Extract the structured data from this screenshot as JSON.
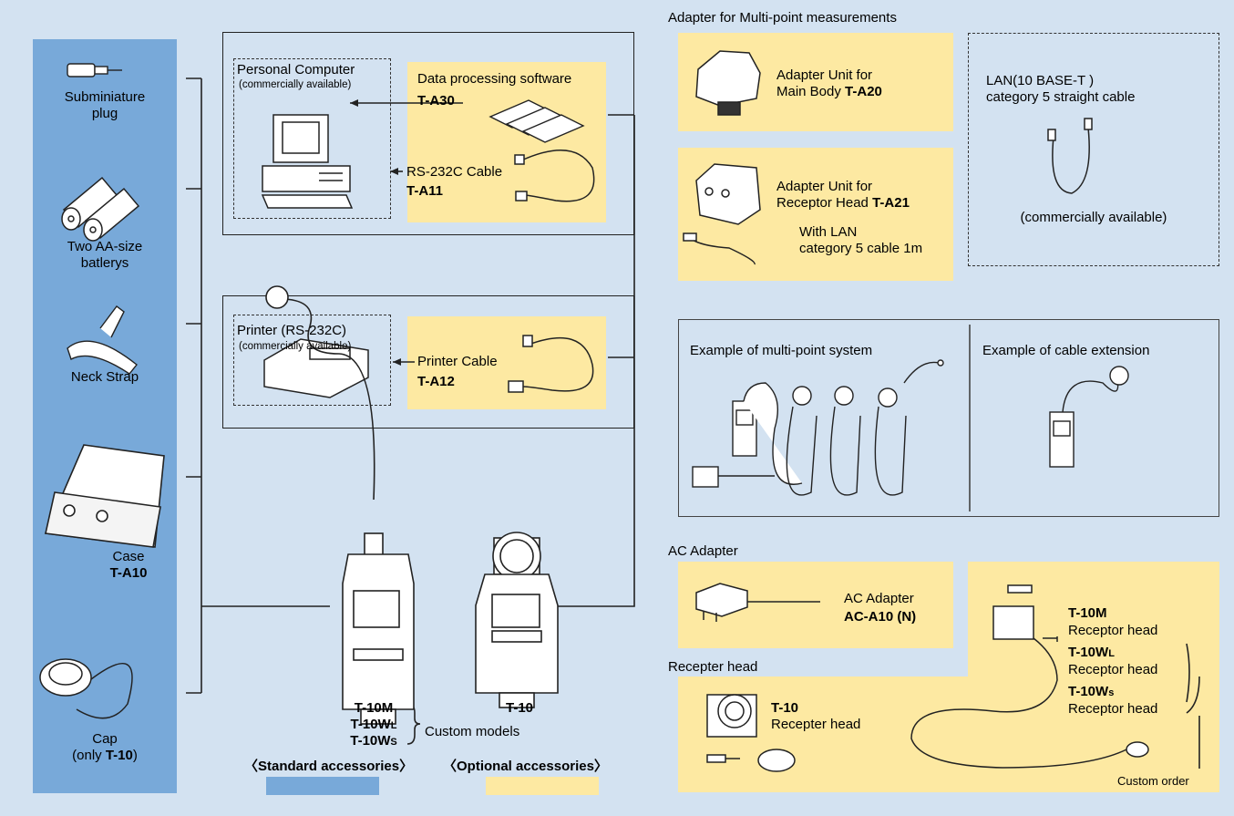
{
  "standard_accessories": {
    "subminiature_plug": [
      "Subminiature",
      "plug"
    ],
    "batteries": [
      "Two AA-size",
      "batlerys"
    ],
    "neck_strap": "Neck Strap",
    "case": {
      "label": "Case",
      "model": "T-A10"
    },
    "cap": {
      "label": "Cap",
      "note_pre": "(only ",
      "note_model": "T-10",
      "note_post": ")"
    }
  },
  "pc_group": {
    "pc_label": "Personal Computer",
    "pc_note": "(commercially available)",
    "software": {
      "label": "Data processing software",
      "model": "T-A30"
    },
    "rs232c": {
      "label": "RS-232C Cable",
      "model": "T-A11"
    }
  },
  "printer_group": {
    "printer_label": "Printer (RS-232C)",
    "printer_note": "(commercially available)",
    "cable": {
      "label": "Printer Cable",
      "model": "T-A12"
    }
  },
  "meters": {
    "custom": {
      "m1": "T-10M",
      "m2_main": "T-10W",
      "m2_sub": "L",
      "m3_main": "T-10W",
      "m3_sub": "S",
      "caption": "Custom models"
    },
    "standard": {
      "model": "T-10"
    }
  },
  "legend": {
    "standard": "Standard accessories",
    "optional": "Optional accessories",
    "standard_color": "#78a9d9",
    "optional_color": "#fde9a2"
  },
  "multipoint": {
    "title": "Adapter for Multi-point measurements",
    "main_body": {
      "line1": "Adapter Unit for",
      "line2": "Main Body ",
      "model": "T-A20"
    },
    "receptor": {
      "line1": "Adapter Unit for",
      "line2": "Receptor Head ",
      "model": "T-A21",
      "note1": "With LAN",
      "note2": "category 5 cable 1m"
    },
    "lan": {
      "line1": "LAN(10 BASE-T )",
      "line2": "category 5 straight cable",
      "note": "(commercially available)"
    }
  },
  "examples": {
    "multi_point": "Example of multi-point system",
    "extension": "Example of cable extension"
  },
  "ac_adapter": {
    "section": "AC Adapter",
    "label": "AC Adapter",
    "model": "AC-A10 (N)"
  },
  "receptor_head": {
    "section": "Recepter head",
    "t10": {
      "model": "T-10",
      "label": "Recepter head"
    },
    "custom": [
      {
        "main": "T-10M",
        "sub": "",
        "label": "Receptor head"
      },
      {
        "main": "T-10W",
        "sub": "L",
        "label": "Receptor head"
      },
      {
        "main": "T-10W",
        "sub": "s",
        "label": "Receptor head"
      }
    ],
    "custom_order": "Custom order"
  },
  "colors": {
    "background": "#d3e2f1",
    "standard": "#78a9d9",
    "optional": "#fde9a2"
  }
}
